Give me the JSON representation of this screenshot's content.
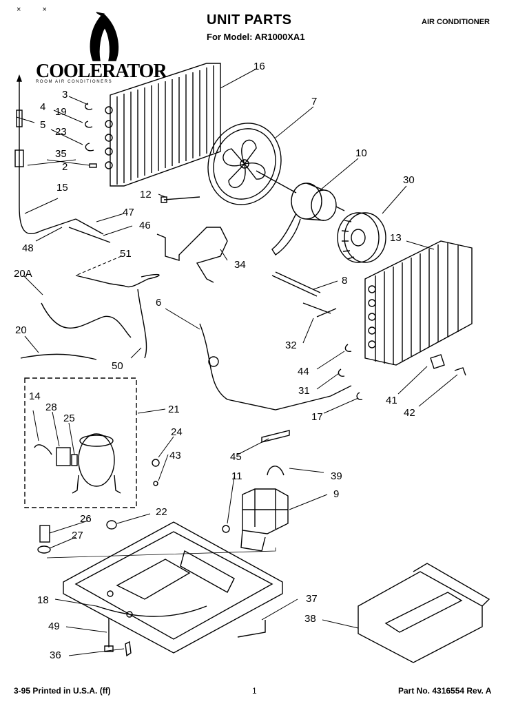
{
  "header": {
    "title": "UNIT PARTS",
    "model": "For Model: AR1000XA1",
    "category": "AIR CONDITIONER",
    "corner_marks": "× ×"
  },
  "brand": {
    "name": "COOLERATOR",
    "tagline": "ROOM AIR CONDITIONERS"
  },
  "footer": {
    "printed": "3-95 Printed in U.S.A. (ff)",
    "page": "1",
    "part_no": "Part No. 4316554 Rev. A"
  },
  "callouts": [
    "16",
    "7",
    "10",
    "30",
    "13",
    "8",
    "32",
    "44",
    "31",
    "17",
    "41",
    "42",
    "3",
    "4",
    "19",
    "5",
    "23",
    "35",
    "2",
    "15",
    "12",
    "47",
    "46",
    "48",
    "51",
    "34",
    "20A",
    "20",
    "6",
    "50",
    "21",
    "14",
    "28",
    "25",
    "24",
    "43",
    "45",
    "39",
    "11",
    "9",
    "26",
    "22",
    "27",
    "18",
    "37",
    "49",
    "38",
    "36"
  ]
}
